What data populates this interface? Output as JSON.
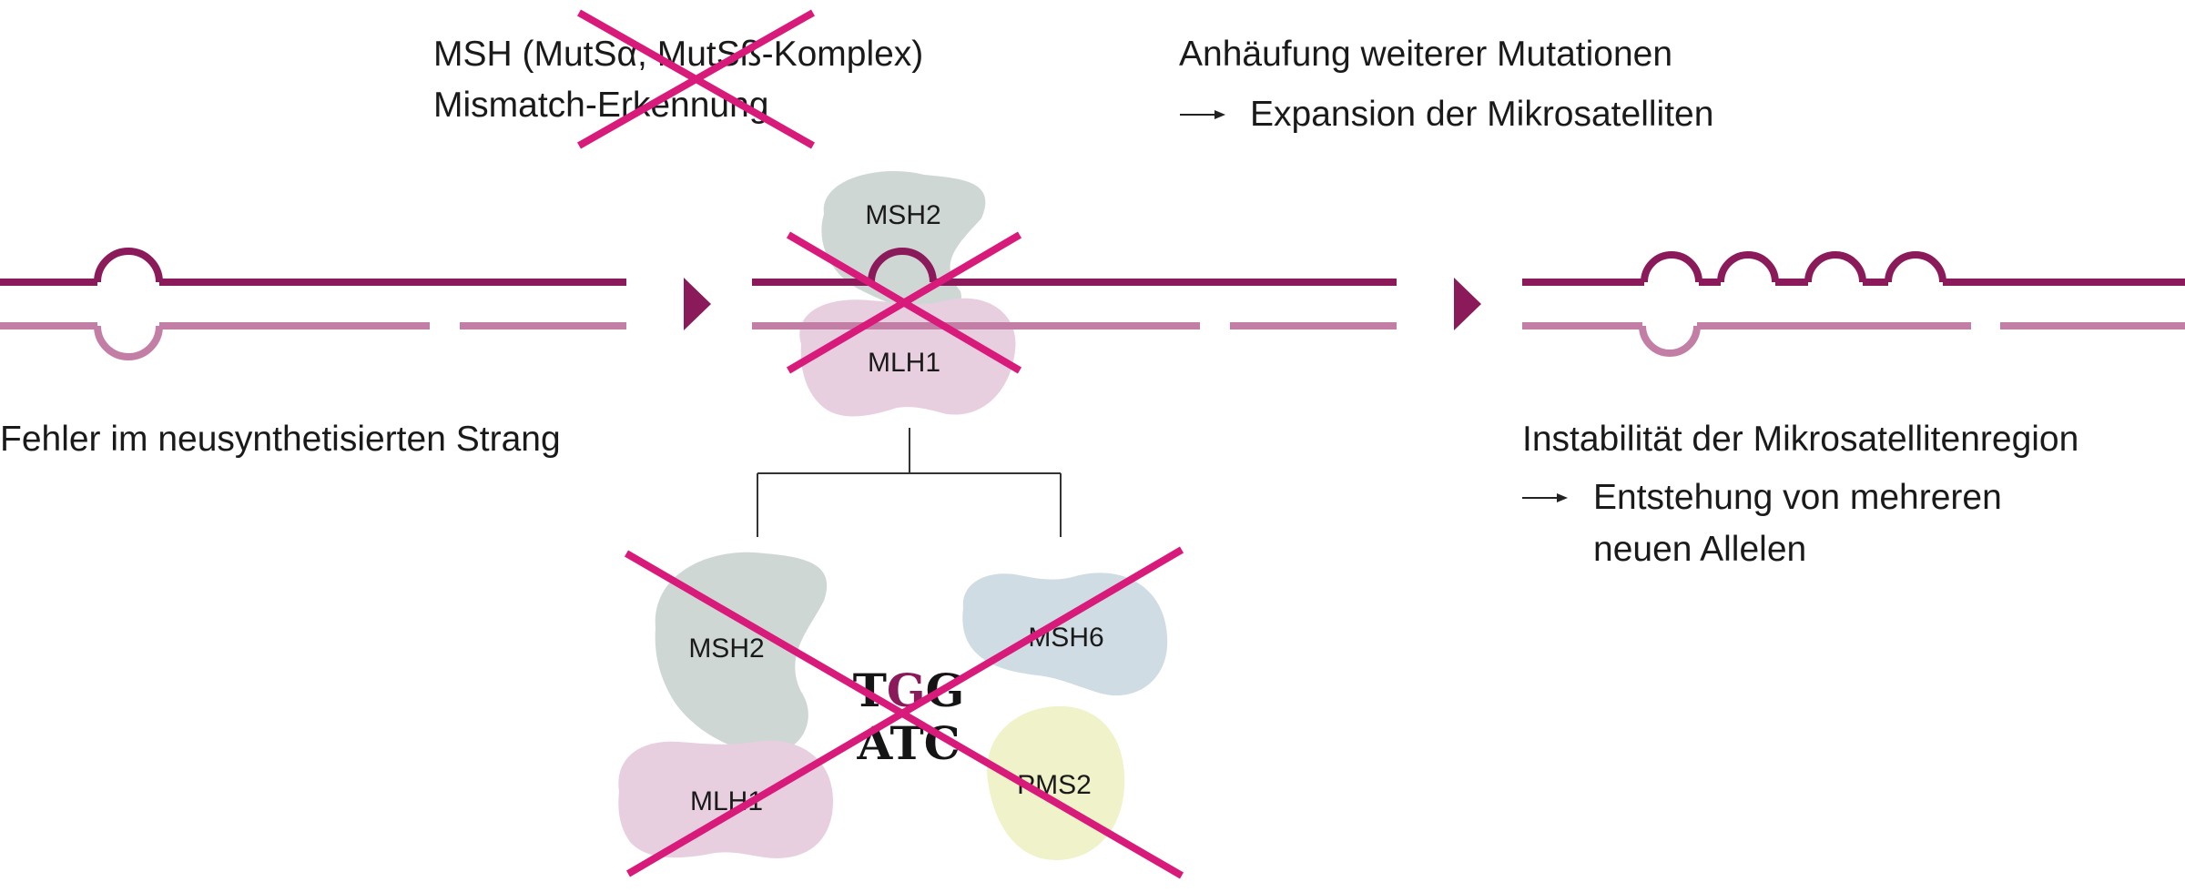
{
  "colors": {
    "strand_dark": "#8b1a5a",
    "strand_light": "#c37ea6",
    "cross": "#d81b7a",
    "protein_msh2": "#cfd7d4",
    "protein_mlh1": "#e8cfe0",
    "protein_msh6": "#d0dce3",
    "protein_pms2": "#f0f2c9",
    "text": "#1a1a1a"
  },
  "top_center": {
    "line1": "MSH (MutSα, MutSß-Komplex)",
    "line2": "Mismatch-Erkennung"
  },
  "top_right": {
    "line1": "Anhäufung weiterer Mutationen",
    "line2": "Expansion der Mikrosatelliten"
  },
  "left_caption": "Fehler im neusynthetisierten Strang",
  "right_caption": {
    "line1": "Instabilität der Mikrosatellitenregion",
    "line2": "Entstehung von mehreren",
    "line3": "neuen Allelen"
  },
  "proteins": {
    "msh2_top": "MSH2",
    "mlh1_top": "MLH1",
    "msh2_bottom": "MSH2",
    "mlh1_bottom": "MLH1",
    "msh6": "MSH6",
    "pms2": "PMS2"
  },
  "sequence": {
    "top_t": "T",
    "top_g_mismatch": "G",
    "top_g": "G",
    "bottom": "ATC"
  },
  "icons": {
    "step_arrow": "triangle-right-icon",
    "bullet_arrow": "arrow-right-icon",
    "cross_mark": "x-cross-icon"
  }
}
